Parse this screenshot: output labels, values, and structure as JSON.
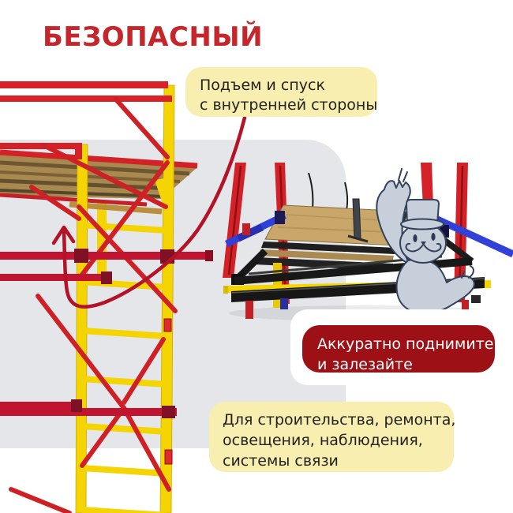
{
  "title": {
    "text": "БЕЗОПАСНЫЙ"
  },
  "callouts": {
    "access": {
      "lines": [
        "Подъем и спуск",
        "с внутренней стороны"
      ]
    },
    "climb": {
      "lines": [
        "Аккуратно поднимите",
        "и залезайте"
      ]
    },
    "uses": {
      "lines": [
        "Для строительства, ремонта,",
        "освещения, наблюдения,",
        "системы связи"
      ]
    }
  },
  "figures": {
    "left": "scaffold-tower-photo",
    "center": "hatch-platform-photo",
    "character": "cat-wearing-top-hat",
    "pointer": "curved-red-arrow"
  },
  "palette": {
    "title_red": "#c5262b",
    "callout_yellow_bg": "#f8eeb0",
    "callout_red_bg": "#9d1016",
    "callout_red_text": "#ffffff",
    "body_text": "#222222",
    "panel_gray": "#e4e6e9",
    "scaffold_yellow": "#f4d503",
    "scaffold_red": "#d42127",
    "rail_crimson": "#c11431",
    "arrow_red": "#b31227",
    "wood": "#c9a76b",
    "frame_black": "#171717",
    "brace_blue": "#3040d8",
    "cat_fill": "#c7cfdb",
    "cat_outline": "#33425c"
  }
}
